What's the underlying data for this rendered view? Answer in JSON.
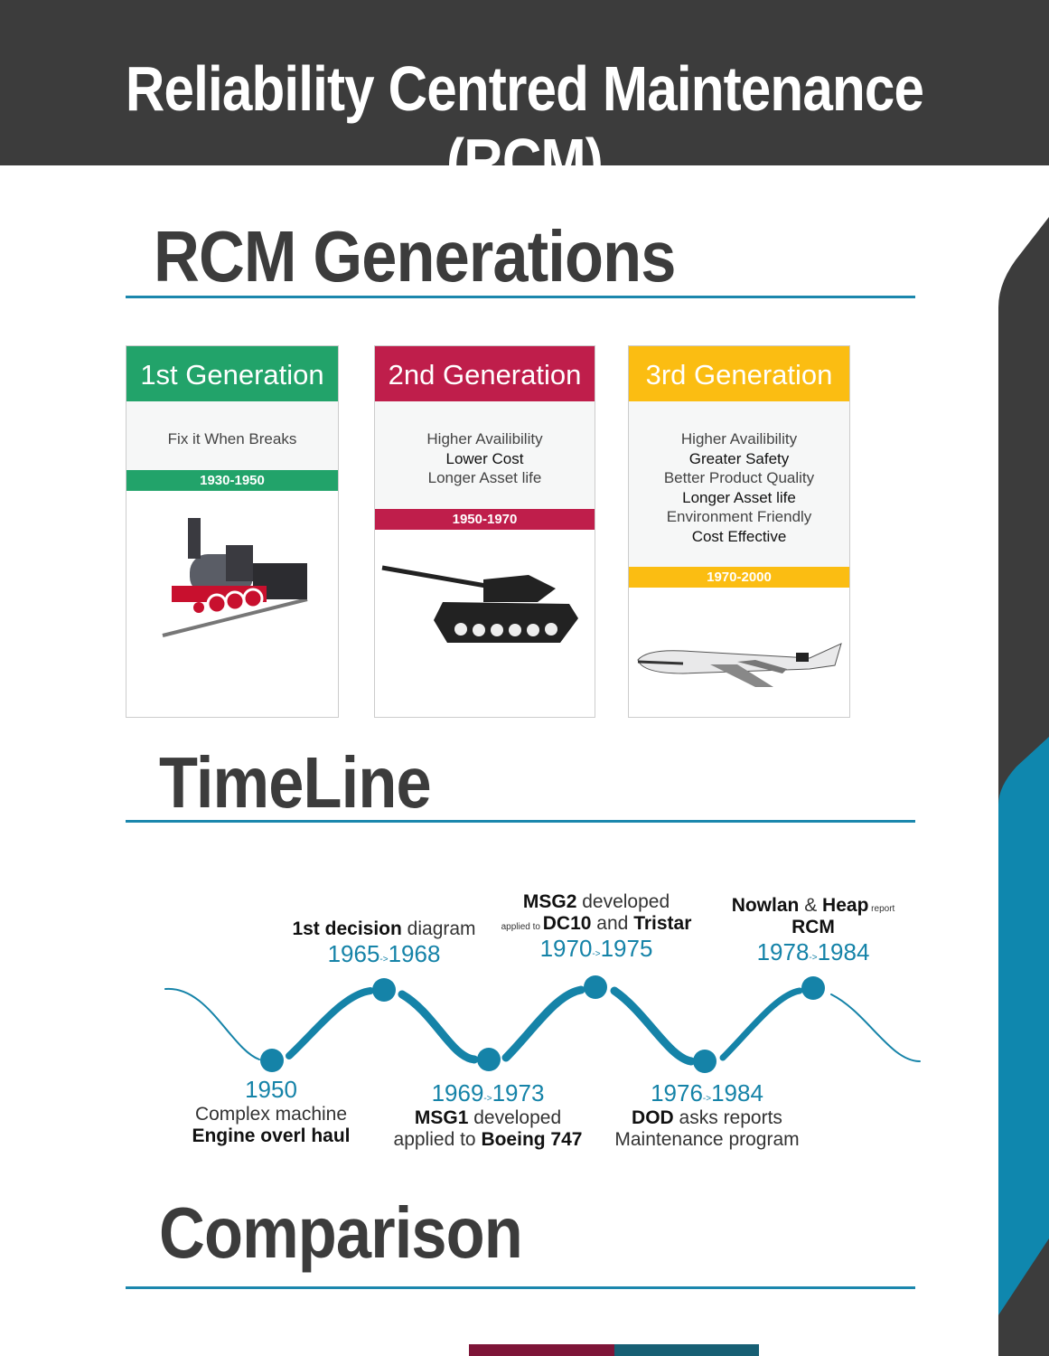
{
  "header": {
    "title": "Reliability Centred Maintenance (RCM)"
  },
  "sections": {
    "generations": "RCM Generations",
    "timeline": "TimeLine",
    "comparison": "Comparison"
  },
  "generations": [
    {
      "title": "1st Generation",
      "color": "#22a36a",
      "lines": [
        "Fix it When Breaks"
      ],
      "period": "1930-1950",
      "image": "steam-locomotive"
    },
    {
      "title": "2nd Generation",
      "color": "#bf1e4b",
      "lines": [
        "Higher Availibility",
        "Lower Cost",
        "Longer Asset life"
      ],
      "period": "1950-1970",
      "image": "tank"
    },
    {
      "title": "3rd Generation",
      "color": "#fbbd12",
      "lines": [
        "Higher Availibility",
        "Greater Safety",
        "Better Product Quality",
        "Longer Asset life",
        "Environment Friendly",
        "Cost Effective"
      ],
      "period": "1970-2000",
      "image": "airplane"
    }
  ],
  "timeline": [
    {
      "years": "1950",
      "a": "Complex machine",
      "b": "Engine overl haul"
    },
    {
      "from": "1965",
      "to": "1968",
      "bold": "1st decision",
      "rest": " diagram"
    },
    {
      "from": "1969",
      "to": "1973",
      "bold": "MSG1",
      "rest": " developed",
      "line2": "applied to ",
      "bold2": "Boeing 747"
    },
    {
      "from": "1970",
      "to": "1975",
      "bold": "MSG2",
      "rest": " developed",
      "small": "applied to ",
      "bold2": "DC10",
      "mid": " and ",
      "bold3": "Tristar"
    },
    {
      "from": "1976",
      "to": "1984",
      "bold": "DOD",
      "rest": " asks reports",
      "line2": "Maintenance program"
    },
    {
      "from": "1978",
      "to": "1984",
      "bold": "Nowlan",
      "amp": " & ",
      "bold2": "Heap",
      "small": " report",
      "line2": "RCM"
    }
  ],
  "arrow": "->",
  "colors": {
    "accent": "#1583a8",
    "dark": "#3c3c3c"
  }
}
